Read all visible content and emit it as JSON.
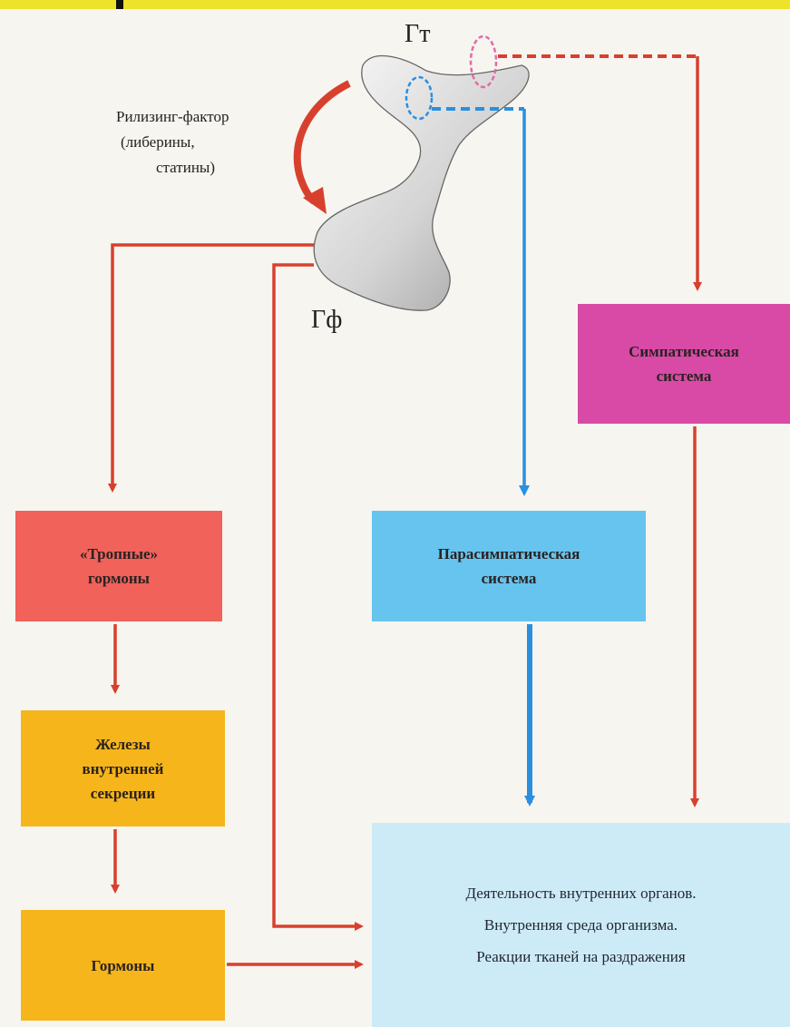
{
  "labels": {
    "hypothalamus": "Гт",
    "pituitary": "Гф",
    "releasing_factor": [
      "Рилизинг-фактор",
      "(либерины,",
      "статины)"
    ]
  },
  "boxes": {
    "tropic_hormones": [
      "«Тропные»",
      "гормоны"
    ],
    "endocrine_glands": [
      "Железы",
      "внутренней",
      "секреции"
    ],
    "hormones": [
      "Гормоны"
    ],
    "parasympathetic": [
      "Парасимпатическая",
      "система"
    ],
    "sympathetic": [
      "Симпатическая",
      "система"
    ],
    "organs": [
      "Деятельность внутренних органов.",
      "Внутренняя среда организма.",
      "Реакции тканей на раздражения"
    ]
  },
  "colors": {
    "top_bar": "#ece32a",
    "red_arrow": "#d8402e",
    "blue_arrow": "#2a8fe0",
    "tropic_box": "#f0625a",
    "gland_box": "#f6b51a",
    "parasympathetic_box": "#66c4ee",
    "sympathetic_box": "#d84aa6",
    "organs_box": "#cdebf7"
  }
}
